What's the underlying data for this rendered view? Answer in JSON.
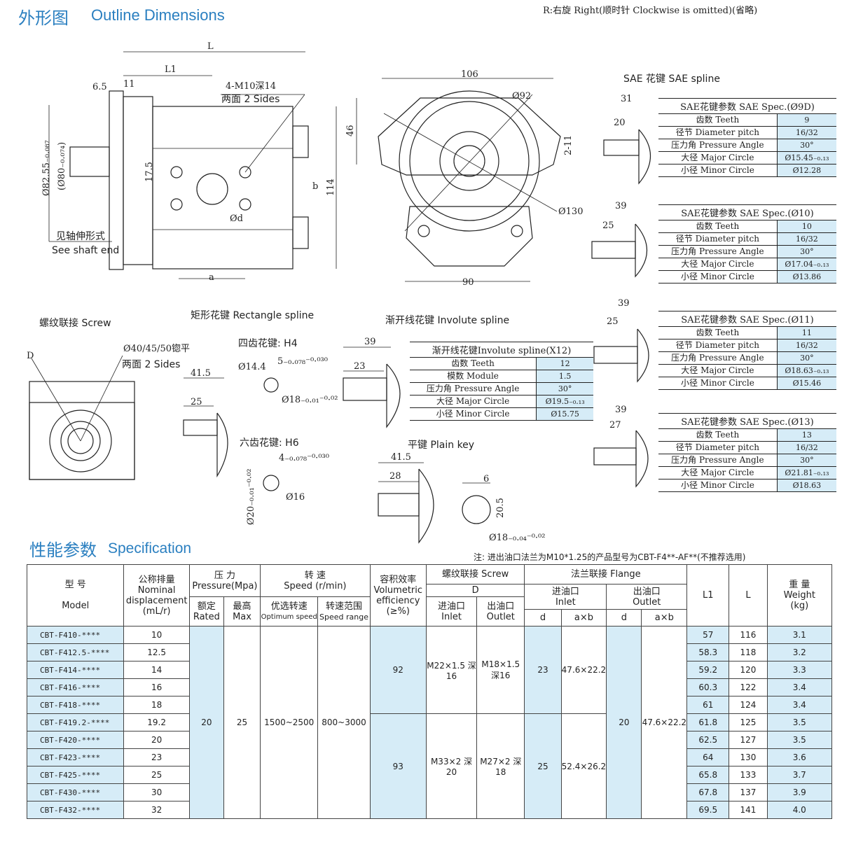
{
  "header": {
    "title_cn": "外形图",
    "title_en": "Outline Dimensions",
    "rotation_note": "R:右旋 Right(顺时针  Clockwise is omitted)(省略)"
  },
  "drawing_main": {
    "L": "L",
    "L1": "L1",
    "d65": "6.5",
    "d11": "11",
    "bolt": "4-M10深14",
    "sides": "两面 2 Sides",
    "dia825": "Ø82.55₋₀.₀₈₇",
    "dia80": "(Ø80₋₀.₀₇₄)",
    "d175": "17.5",
    "d_hole": "Ød",
    "b": "b",
    "a": "a",
    "d114": "114",
    "shaft_cn": "见轴伸形式",
    "shaft_en": "See shaft end"
  },
  "drawing_front": {
    "d106": "106",
    "d92": "Ø92",
    "d46": "46",
    "d211": "2-11",
    "d130": "Ø130",
    "d90": "90"
  },
  "sae": {
    "title": "SAE 花键  SAE spline",
    "tables": [
      {
        "title": "SAE花键参数  SAE Spec.(Ø9D)",
        "dim_outer": "31",
        "dim_inner": "20",
        "rows": [
          [
            "齿数 Teeth",
            "9"
          ],
          [
            "径节 Diameter pitch",
            "16/32"
          ],
          [
            "压力角 Pressure Angle",
            "30°"
          ],
          [
            "大径 Major Circle",
            "Ø15.45₋₀.₁₃"
          ],
          [
            "小径 Minor Circle",
            "Ø12.28"
          ]
        ]
      },
      {
        "title": "SAE花键参数  SAE Spec.(Ø10)",
        "dim_outer": "39",
        "dim_inner": "25",
        "rows": [
          [
            "齿数 Teeth",
            "10"
          ],
          [
            "径节 Diameter pitch",
            "16/32"
          ],
          [
            "压力角 Pressure Angle",
            "30°"
          ],
          [
            "大径 Major Circle",
            "Ø17.04₋₀.₁₃"
          ],
          [
            "小径 Minor Circle",
            "Ø13.86"
          ]
        ]
      },
      {
        "title": "SAE花键参数  SAE Spec.(Ø11)",
        "dim_outer": "39",
        "dim_inner": "25",
        "rows": [
          [
            "齿数 Teeth",
            "11"
          ],
          [
            "径节 Diameter pitch",
            "16/32"
          ],
          [
            "压力角 Pressure Angle",
            "30°"
          ],
          [
            "大径 Major Circle",
            "Ø18.63₋₀.₁₃"
          ],
          [
            "小径 Minor Circle",
            "Ø15.46"
          ]
        ]
      },
      {
        "title": "SAE花键参数  SAE Spec.(Ø13)",
        "dim_outer": "39",
        "dim_inner": "27",
        "rows": [
          [
            "齿数 Teeth",
            "13"
          ],
          [
            "径节 Diameter pitch",
            "16/32"
          ],
          [
            "压力角 Pressure Angle",
            "30°"
          ],
          [
            "大径 Major Circle",
            "Ø21.81₋₀.₁₃"
          ],
          [
            "小径 Minor Circle",
            "Ø18.63"
          ]
        ]
      }
    ]
  },
  "screw": {
    "title": "螺纹联接 Screw",
    "D": "D",
    "dia": "Ø40/45/50锪平",
    "sides": "两面 2 Sides"
  },
  "rect": {
    "title": "矩形花键 Rectangle spline",
    "four": "四齿花键: H4",
    "d415": "41.5",
    "d25": "25",
    "d144": "Ø14.4",
    "d5": "5₋₀.₀₇₈⁻⁰·⁰³⁰",
    "d18": "Ø18₋₀.₀₁⁻⁰·⁰²",
    "six": "六齿花键: H6",
    "d4": "4₋₀.₀₇₈⁻⁰·⁰³⁰",
    "d16": "Ø16",
    "d20": "Ø20₋₀.₀₁⁻⁰·⁰²"
  },
  "involute": {
    "title": "渐开线花键  Involute spline",
    "d39": "39",
    "d23": "23",
    "table_title": "渐开线花键Involute spline(X12)",
    "rows": [
      [
        "齿数 Teeth",
        "12"
      ],
      [
        "模数 Module",
        "1.5"
      ],
      [
        "压力角 Pressure Angle",
        "30°"
      ],
      [
        "大径 Major Circle",
        "Ø19.5₋₀.₁₃"
      ],
      [
        "小径 Minor Circle",
        "Ø15.75"
      ]
    ]
  },
  "plainkey": {
    "title": "平键  Plain key",
    "d415": "41.5",
    "d28": "28",
    "d6": "6",
    "d205": "20.5",
    "d18": "Ø18₋₀.₀₄⁻⁰·⁰²"
  },
  "spec": {
    "title_cn": "性能参数",
    "title_en": "Specification",
    "note": "注: 进出油口法兰为M10*1.25的产品型号为CBT-F4**-AF**(不推荐选用)",
    "headers": {
      "model_cn": "型  号",
      "model_en": "Model",
      "disp_cn": "公称排量",
      "disp_en": "Nominal displacement",
      "disp_unit": "(mL/r)",
      "press_cn": "压 力",
      "press_en": "Pressure(Mpa)",
      "rated_cn": "额定",
      "rated_en": "Rated",
      "max_cn": "最高",
      "max_en": "Max",
      "speed_cn": "转  速",
      "speed_en": "Speed (r/min)",
      "opt_cn": "优选转速",
      "opt_en": "Optimum speed",
      "range_cn": "转速范围",
      "range_en": "Speed range",
      "vol_cn": "容积效率",
      "vol_en": "Volumetric efficiency",
      "vol_unit": "(≥%)",
      "screw": "螺纹联接 Screw",
      "D": "D",
      "inlet_cn": "进油口",
      "inlet_en": "Inlet",
      "outlet_cn": "出油口",
      "outlet_en": "Outlet",
      "flange": "法兰联接 Flange",
      "d": "d",
      "axb": "a×b",
      "L1": "L1",
      "L": "L",
      "weight_cn": "重 量",
      "weight_en": "Weight",
      "weight_unit": "(kg)"
    },
    "rows": [
      {
        "model": "CBT-F410-****",
        "disp": "10",
        "L1": "57",
        "L": "116",
        "w": "3.1"
      },
      {
        "model": "CBT-F412.5-****",
        "disp": "12.5",
        "L1": "58.3",
        "L": "118",
        "w": "3.2"
      },
      {
        "model": "CBT-F414-****",
        "disp": "14",
        "L1": "59.2",
        "L": "120",
        "w": "3.3"
      },
      {
        "model": "CBT-F416-****",
        "disp": "16",
        "L1": "60.3",
        "L": "122",
        "w": "3.4"
      },
      {
        "model": "CBT-F418-****",
        "disp": "18",
        "L1": "61",
        "L": "124",
        "w": "3.4"
      },
      {
        "model": "CBT-F419.2-****",
        "disp": "19.2",
        "L1": "61.8",
        "L": "125",
        "w": "3.5"
      },
      {
        "model": "CBT-F420-****",
        "disp": "20",
        "L1": "62.5",
        "L": "127",
        "w": "3.5"
      },
      {
        "model": "CBT-F423-****",
        "disp": "23",
        "L1": "64",
        "L": "130",
        "w": "3.6"
      },
      {
        "model": "CBT-F425-****",
        "disp": "25",
        "L1": "65.8",
        "L": "133",
        "w": "3.7"
      },
      {
        "model": "CBT-F430-****",
        "disp": "30",
        "L1": "67.8",
        "L": "137",
        "w": "3.9"
      },
      {
        "model": "CBT-F432-****",
        "disp": "32",
        "L1": "69.5",
        "L": "141",
        "w": "4.0"
      }
    ],
    "shared": {
      "rated": "20",
      "max": "25",
      "opt": "1500~2500",
      "range": "800~3000",
      "eff1": "92",
      "eff2": "93",
      "in1": "M22×1.5 深16",
      "out1": "M18×1.5 深16",
      "in2": "M33×2 深20",
      "out2": "M27×2 深18",
      "d1": "23",
      "ab1": "47.6×22.2",
      "d2": "25",
      "ab2": "52.4×26.2",
      "od": "20",
      "oab": "47.6×22.2"
    }
  }
}
